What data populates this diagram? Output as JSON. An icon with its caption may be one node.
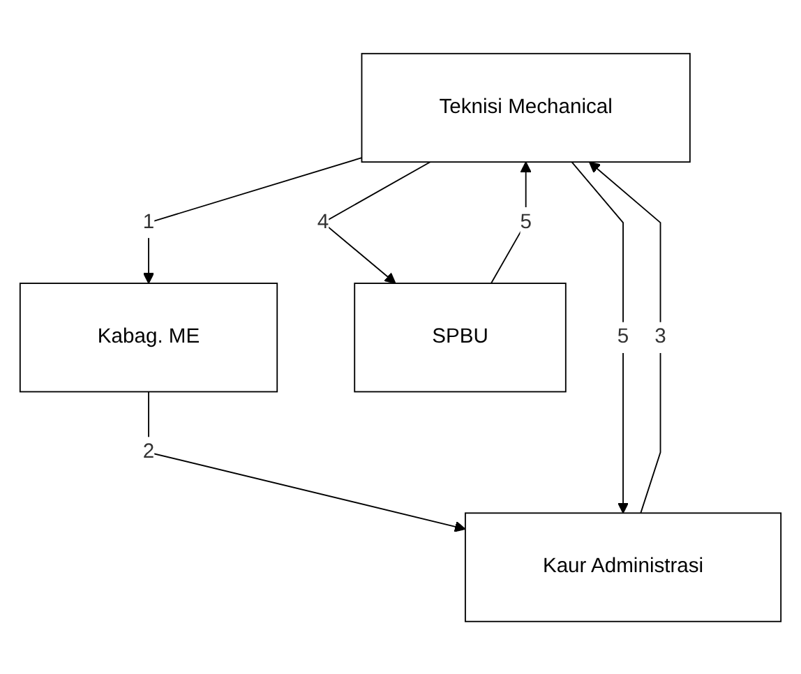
{
  "diagram": {
    "nodes": [
      {
        "text": [
          "Teknisi Mechanical"
        ]
      },
      {
        "text": [
          "Kabag. ME"
        ]
      },
      {
        "text": [
          "SPBU"
        ]
      },
      {
        "text": [
          "Kaur Administrasi"
        ]
      }
    ],
    "edges": [
      {
        "from": 0,
        "to": 1,
        "arrow": "to",
        "label": "1"
      },
      {
        "from": 1,
        "to": 3,
        "arrow": "to",
        "label": "2"
      },
      {
        "from": 3,
        "to": 0,
        "arrow": "to",
        "label": "3"
      },
      {
        "from": 0,
        "to": 2,
        "arrow": "to",
        "label": "4"
      },
      {
        "from": 2,
        "to": 0,
        "arrow": "to",
        "label": "5"
      },
      {
        "from": 0,
        "to": 3,
        "arrow": "to",
        "label": "5"
      }
    ]
  }
}
